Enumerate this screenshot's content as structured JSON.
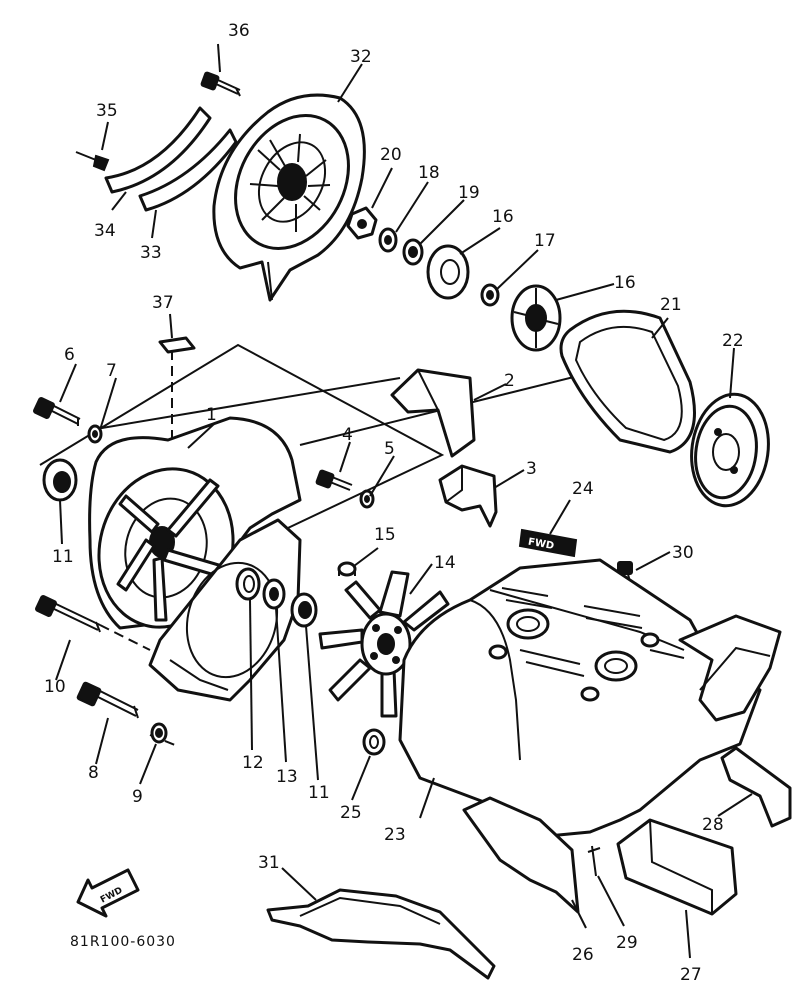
{
  "diagram": {
    "part_code": "81R100-6030",
    "fwd_label": "FWD",
    "callouts": [
      {
        "id": "c1",
        "label": "1"
      },
      {
        "id": "c2",
        "label": "2"
      },
      {
        "id": "c3",
        "label": "3"
      },
      {
        "id": "c4",
        "label": "4"
      },
      {
        "id": "c5",
        "label": "5"
      },
      {
        "id": "c6",
        "label": "6"
      },
      {
        "id": "c7",
        "label": "7"
      },
      {
        "id": "c8",
        "label": "8"
      },
      {
        "id": "c9",
        "label": "9"
      },
      {
        "id": "c10",
        "label": "10"
      },
      {
        "id": "c11a",
        "label": "11"
      },
      {
        "id": "c11b",
        "label": "11"
      },
      {
        "id": "c12",
        "label": "12"
      },
      {
        "id": "c13",
        "label": "13"
      },
      {
        "id": "c14",
        "label": "14"
      },
      {
        "id": "c15",
        "label": "15"
      },
      {
        "id": "c16a",
        "label": "16"
      },
      {
        "id": "c16b",
        "label": "16"
      },
      {
        "id": "c17",
        "label": "17"
      },
      {
        "id": "c18",
        "label": "18"
      },
      {
        "id": "c19",
        "label": "19"
      },
      {
        "id": "c20",
        "label": "20"
      },
      {
        "id": "c21",
        "label": "21"
      },
      {
        "id": "c22",
        "label": "22"
      },
      {
        "id": "c23",
        "label": "23"
      },
      {
        "id": "c24",
        "label": "24"
      },
      {
        "id": "c25",
        "label": "25"
      },
      {
        "id": "c26",
        "label": "26"
      },
      {
        "id": "c27",
        "label": "27"
      },
      {
        "id": "c28",
        "label": "28"
      },
      {
        "id": "c29",
        "label": "29"
      },
      {
        "id": "c30",
        "label": "30"
      },
      {
        "id": "c31",
        "label": "31"
      },
      {
        "id": "c32",
        "label": "32"
      },
      {
        "id": "c33",
        "label": "33"
      },
      {
        "id": "c34",
        "label": "34"
      },
      {
        "id": "c35",
        "label": "35"
      },
      {
        "id": "c36",
        "label": "36"
      },
      {
        "id": "c37",
        "label": "37"
      }
    ]
  }
}
